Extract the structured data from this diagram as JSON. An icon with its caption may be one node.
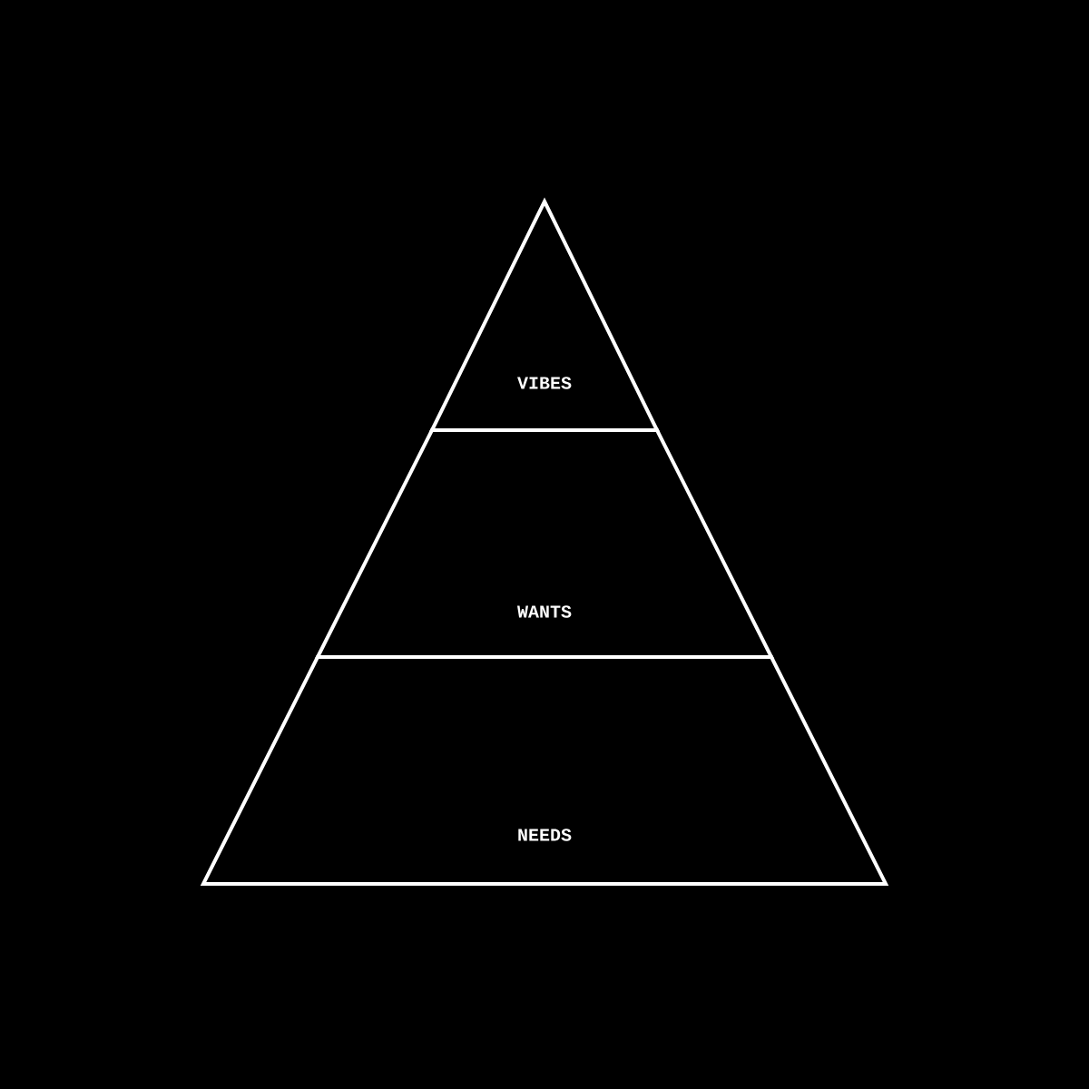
{
  "diagram": {
    "nodes": [
      {
        "text": [
          "VIBES"
        ]
      },
      {
        "text": [
          "WANTS"
        ]
      },
      {
        "text": [
          "NEEDS"
        ]
      }
    ]
  }
}
